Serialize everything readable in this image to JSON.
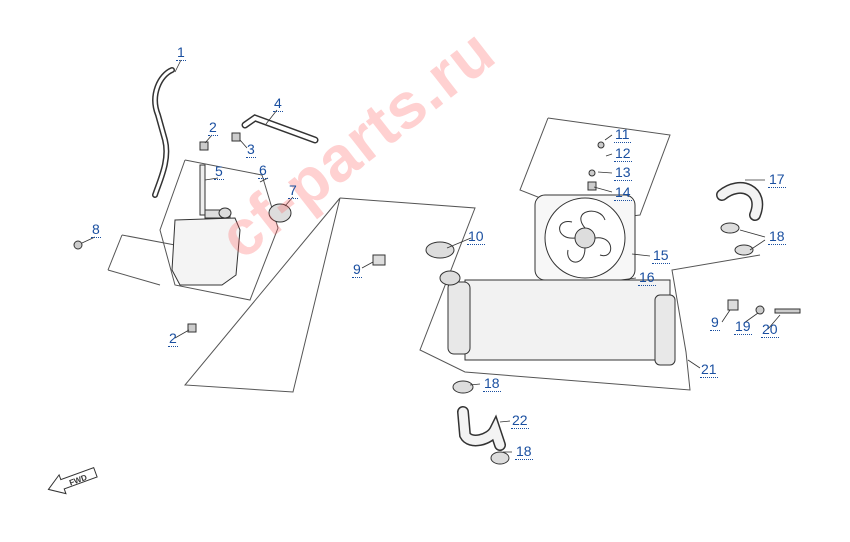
{
  "callouts": [
    {
      "id": "1",
      "label": "1"
    },
    {
      "id": "2a",
      "label": "2"
    },
    {
      "id": "3",
      "label": "3"
    },
    {
      "id": "4",
      "label": "4"
    },
    {
      "id": "5",
      "label": "5"
    },
    {
      "id": "6",
      "label": "6"
    },
    {
      "id": "7",
      "label": "7"
    },
    {
      "id": "8",
      "label": "8"
    },
    {
      "id": "2b",
      "label": "2"
    },
    {
      "id": "9a",
      "label": "9"
    },
    {
      "id": "10",
      "label": "10"
    },
    {
      "id": "11",
      "label": "11"
    },
    {
      "id": "12",
      "label": "12"
    },
    {
      "id": "13",
      "label": "13"
    },
    {
      "id": "14",
      "label": "14"
    },
    {
      "id": "15",
      "label": "15"
    },
    {
      "id": "16",
      "label": "16"
    },
    {
      "id": "17",
      "label": "17"
    },
    {
      "id": "18a",
      "label": "18"
    },
    {
      "id": "9b",
      "label": "9"
    },
    {
      "id": "19",
      "label": "19"
    },
    {
      "id": "20",
      "label": "20"
    },
    {
      "id": "21",
      "label": "21"
    },
    {
      "id": "18b",
      "label": "18"
    },
    {
      "id": "22",
      "label": "22"
    },
    {
      "id": "18c",
      "label": "18"
    }
  ],
  "watermark_text": "cf-parts.ru",
  "fwd_label": "FWD",
  "colors": {
    "callout": "#1a4fa0",
    "line": "#444444",
    "watermark": "#ff5a5a"
  },
  "icons": [
    "fwd-arrow-icon"
  ]
}
